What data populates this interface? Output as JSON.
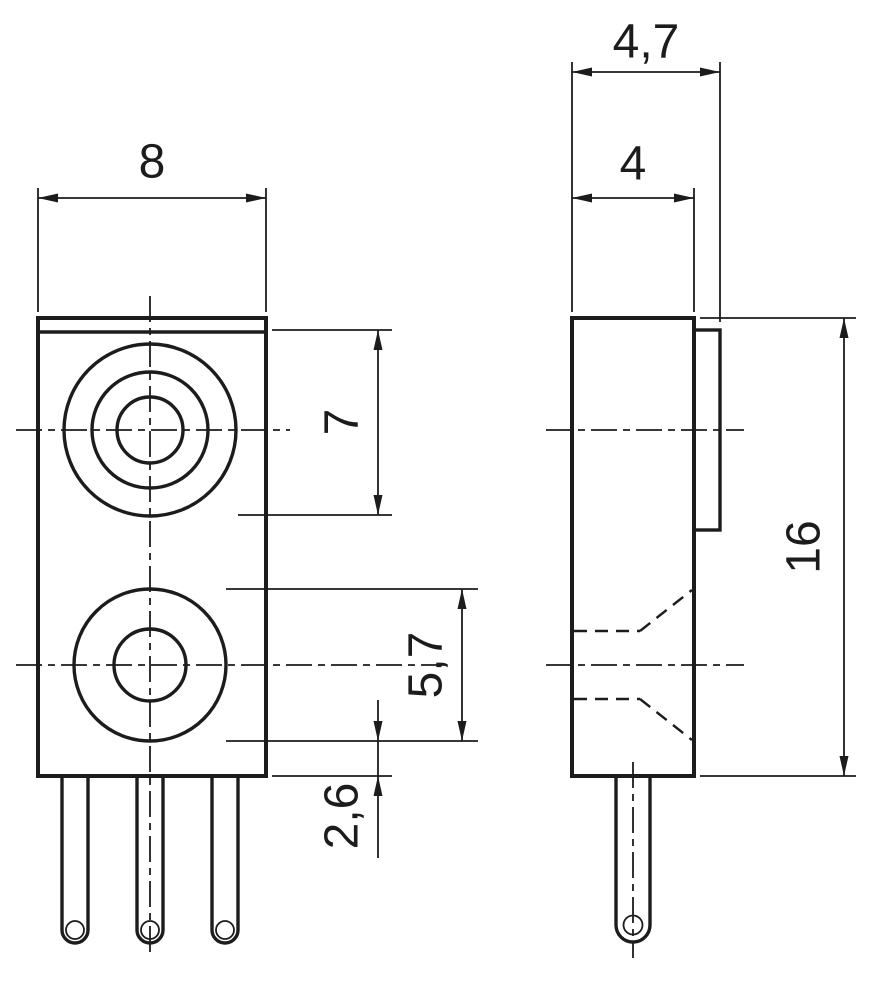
{
  "colors": {
    "line": "#1c1c1c",
    "background": "#ffffff"
  },
  "dimensions": {
    "body_width": "8",
    "top_bore_depth": "7",
    "counterbore_diameter": "5,7",
    "hole_diameter": "2,6",
    "overall_depth": "4,7",
    "body_depth": "4",
    "body_height": "16"
  }
}
